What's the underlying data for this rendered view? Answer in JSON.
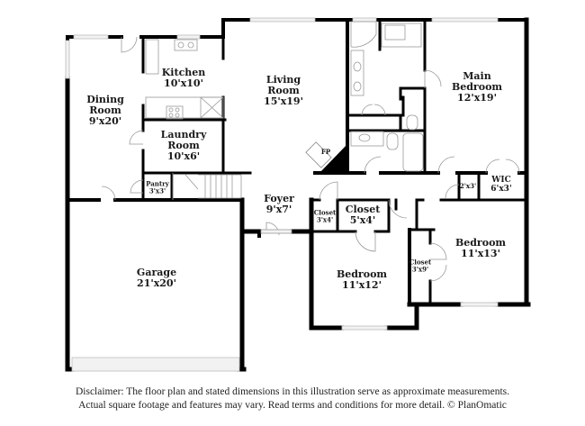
{
  "floor_plan": {
    "rooms": [
      {
        "id": "dining",
        "name": "Dining Room",
        "name_lines": [
          "Dining",
          "Room"
        ],
        "dimensions": "9'x20'"
      },
      {
        "id": "kitchen",
        "name": "Kitchen",
        "name_lines": [
          "Kitchen"
        ],
        "dimensions": "10'x10'"
      },
      {
        "id": "laundry",
        "name": "Laundry Room",
        "name_lines": [
          "Laundry",
          "Room"
        ],
        "dimensions": "10'x6'"
      },
      {
        "id": "pantry",
        "name": "Pantry",
        "name_lines": [
          "Pantry"
        ],
        "dimensions": "3'x3'"
      },
      {
        "id": "living",
        "name": "Living Room",
        "name_lines": [
          "Living",
          "Room"
        ],
        "dimensions": "15'x19'"
      },
      {
        "id": "main_bedroom",
        "name": "Main Bedroom",
        "name_lines": [
          "Main",
          "Bedroom"
        ],
        "dimensions": "12'x19'"
      },
      {
        "id": "foyer",
        "name": "Foyer",
        "name_lines": [
          "Foyer"
        ],
        "dimensions": "9'x7'"
      },
      {
        "id": "closet_small",
        "name": "Closet",
        "name_lines": [
          "Closet"
        ],
        "dimensions": "3'x4'"
      },
      {
        "id": "closet_mid",
        "name": "Closet",
        "name_lines": [
          "Closet"
        ],
        "dimensions": "5'x4'"
      },
      {
        "id": "bedroom_2",
        "name": "Bedroom",
        "name_lines": [
          "Bedroom"
        ],
        "dimensions": "11'x12'"
      },
      {
        "id": "bedroom_3",
        "name": "Bedroom",
        "name_lines": [
          "Bedroom"
        ],
        "dimensions": "11'x13'"
      },
      {
        "id": "closet_long",
        "name": "Closet",
        "name_lines": [
          "Closet"
        ],
        "dimensions": "3'x9'"
      },
      {
        "id": "linen",
        "name": "",
        "name_lines": [],
        "dimensions": "2'x3'"
      },
      {
        "id": "wic",
        "name": "WIC",
        "name_lines": [
          "WIC"
        ],
        "dimensions": "6'x3'"
      },
      {
        "id": "garage",
        "name": "Garage",
        "name_lines": [
          "Garage"
        ],
        "dimensions": "21'x20'"
      }
    ],
    "fireplace_label": "FP",
    "colors": {
      "wall": "#000000",
      "window": "#bbbbbb",
      "fixture": "#999999",
      "background": "#ffffff",
      "text": "#1a1a1a"
    }
  },
  "disclaimer": {
    "line1": "Disclaimer: The floor plan and stated dimensions in this illustration serve as approximate measurements.",
    "line2": "Actual square footage and features may vary. Read terms and conditions for more detail. © PlanOmatic"
  }
}
